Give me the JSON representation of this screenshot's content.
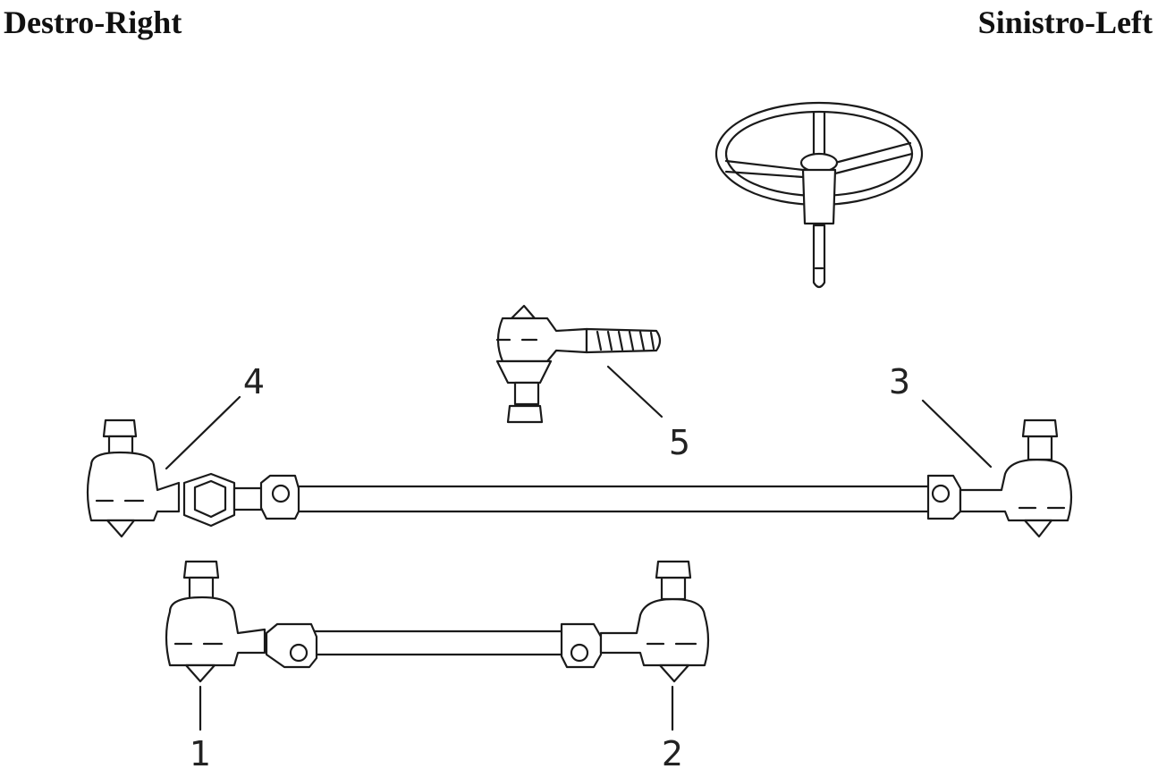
{
  "headers": {
    "left": "Destro-Right",
    "right": "Sinistro-Left"
  },
  "callouts": {
    "c1": "1",
    "c2": "2",
    "c3": "3",
    "c4": "4",
    "c5": "5"
  },
  "colors": {
    "ink": "#1a1a1a",
    "background": "#ffffff"
  }
}
